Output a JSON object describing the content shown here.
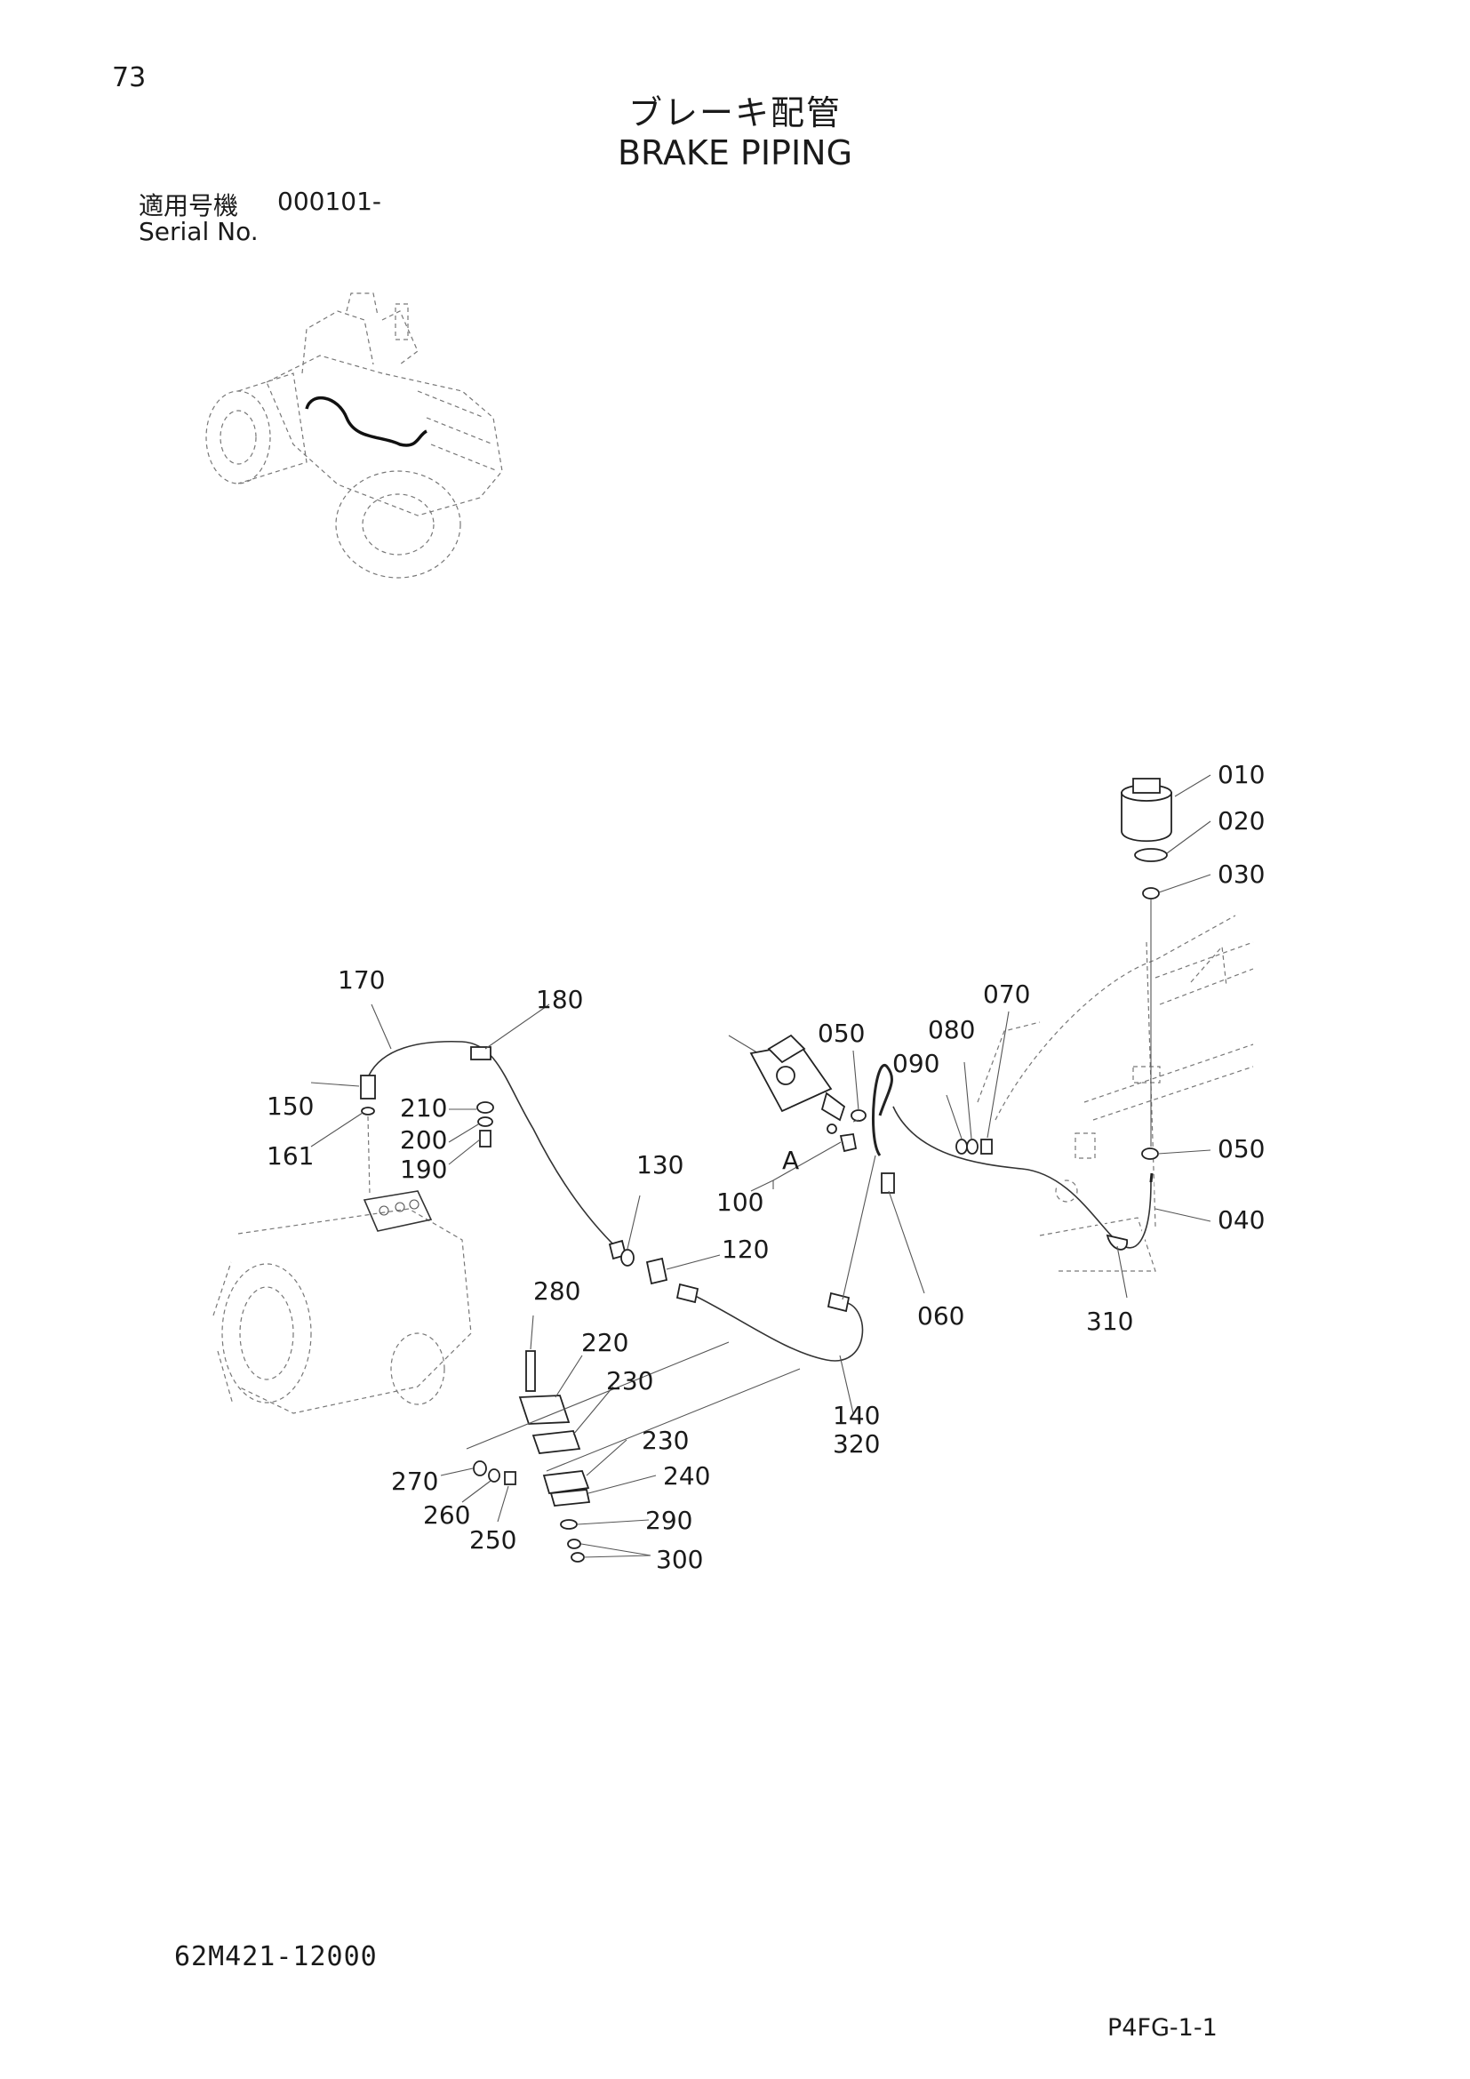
{
  "page_number": "73",
  "title_jp": "ブレーキ配管",
  "title_en": "BRAKE PIPING",
  "serial": {
    "jp_label": "適用号機",
    "value": "000101-",
    "en_label": "Serial No."
  },
  "callouts": {
    "p010": "010",
    "p020": "020",
    "p030": "030",
    "p040": "040",
    "p050a": "050",
    "p050b": "050",
    "p060": "060",
    "p070": "070",
    "p080": "080",
    "p090": "090",
    "p100": "100",
    "view_a": "A",
    "p120": "120",
    "p130": "130",
    "p140": "140",
    "p150": "150",
    "p161": "161",
    "p170": "170",
    "p180": "180",
    "p190": "190",
    "p200": "200",
    "p210": "210",
    "p220": "220",
    "p230a": "230",
    "p230b": "230",
    "p240": "240",
    "p250": "250",
    "p260": "260",
    "p270": "270",
    "p280": "280",
    "p290": "290",
    "p300": "300",
    "p310": "310",
    "p320": "320"
  },
  "document_code": "62M421-12000",
  "page_code": "P4FG-1-1"
}
